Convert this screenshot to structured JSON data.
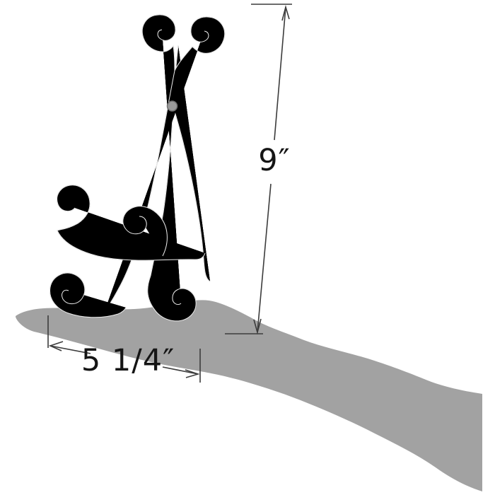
{
  "scene": {
    "product_name": "scroll-easel-stand",
    "hand_name": "hand-arm-silhouette"
  },
  "annotations": {
    "height_label": "9″",
    "width_label": "5 1/4″"
  },
  "colors": {
    "background": "#ffffff",
    "hand_silhouette": "#a2a2a2",
    "dimension_line": "#3c3c3c",
    "label_text": "#151515",
    "wire_outer": "#848484",
    "wire_mid": "#c2c2c2",
    "wire_highlight": "#ededed",
    "hinge": "#9a9a9a"
  }
}
